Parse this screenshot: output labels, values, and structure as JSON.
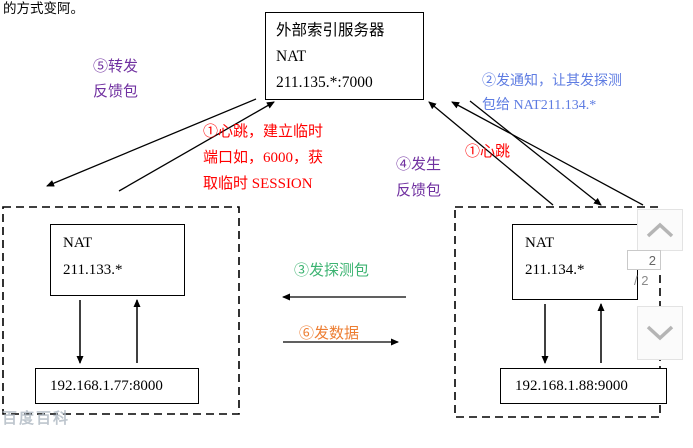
{
  "header": {
    "fragment_text": "的方式变阿。"
  },
  "diagram": {
    "server_box": {
      "title": "外部索引服务器",
      "nat": "NAT",
      "address": "211.135.*:7000"
    },
    "left_nat_box": {
      "nat": "NAT",
      "address": "211.133.*"
    },
    "left_host_box": {
      "address": "192.168.1.77:8000"
    },
    "right_nat_box": {
      "nat": "NAT",
      "address": "211.134.*"
    },
    "right_host_box": {
      "address": "192.168.1.88:9000"
    },
    "labels": {
      "step5_forward": [
        "⑤转发",
        "反馈包"
      ],
      "step1_left": [
        "①心跳，建立临时",
        "端口如，6000，获",
        "取临时 SESSION"
      ],
      "step2_notify": [
        "②发通知，让其发探测",
        "包给 NAT211.134.*"
      ],
      "step1_right": "①心跳",
      "step4_feedback": [
        "④发生",
        "反馈包"
      ],
      "step3_probe": "③发探测包",
      "step6_data": "⑥发数据"
    },
    "colors": {
      "heartbeat_red": "#ff0000",
      "notify_blue": "#5e7ce2",
      "probe_green": "#3cb371",
      "feedback_purple": "#7030a0",
      "data_orange": "#ed7d31",
      "line_black": "#000000"
    }
  },
  "pager": {
    "current_page": "2",
    "total_pages": "/ 2"
  },
  "watermark": {
    "text": "百度百科"
  }
}
